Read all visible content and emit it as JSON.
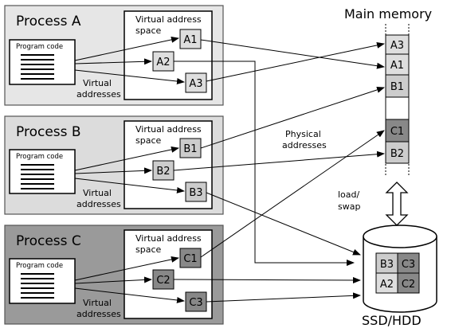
{
  "colors": {
    "process_a_bg": "#e6e6e6",
    "process_b_bg": "#dcdcdc",
    "process_c_bg": "#9a9a9a",
    "block_a": "#dedede",
    "block_b": "#cccccc",
    "block_c": "#888888",
    "line": "#000000"
  },
  "processes": [
    {
      "title": "Process A",
      "program_code": "Program code",
      "vas_label_line1": "Virtual address",
      "vas_label_line2": "space",
      "va_label_line1": "Virtual",
      "va_label_line2": "addresses",
      "blocks": [
        "A1",
        "A2",
        "A3"
      ]
    },
    {
      "title": "Process B",
      "program_code": "Program code",
      "vas_label_line1": "Virtual address",
      "vas_label_line2": "space",
      "va_label_line1": "Virtual",
      "va_label_line2": "addresses",
      "blocks": [
        "B1",
        "B2",
        "B3"
      ]
    },
    {
      "title": "Process C",
      "program_code": "Program code",
      "vas_label_line1": "Virtual address",
      "vas_label_line2": "space",
      "va_label_line1": "Virtual",
      "va_label_line2": "addresses",
      "blocks": [
        "C1",
        "C2",
        "C3"
      ]
    }
  ],
  "main_memory": {
    "title": "Main memory",
    "slots": [
      "A3",
      "A1",
      "B1",
      "",
      "C1",
      "B2"
    ]
  },
  "physical_addresses_line1": "Physical",
  "physical_addresses_line2": "addresses",
  "load_swap_line1": "load/",
  "load_swap_line2": "swap",
  "ssd": {
    "title": "SSD/HDD",
    "cells": [
      "B3",
      "C3",
      "A2",
      "C2"
    ]
  }
}
